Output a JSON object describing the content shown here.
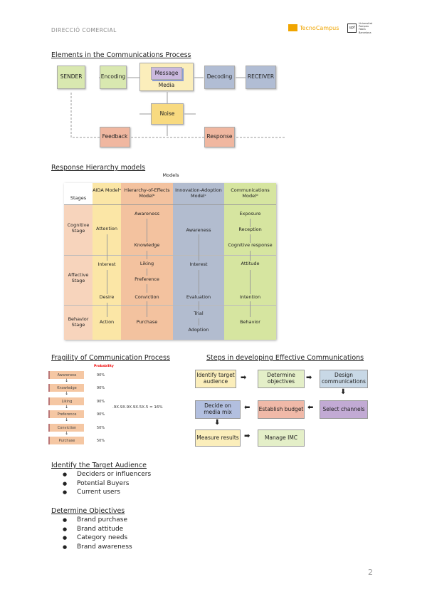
{
  "header": {
    "course": "DIRECCIÓ COMERCIAL",
    "logo_tecnocampus": "TecnoCampus",
    "logo_upf": "Universitat Pompeu Fabra Barcelona",
    "accent": "#f0a500"
  },
  "section1": {
    "title": "Elements in the Communications Process",
    "nodes": {
      "sender": "SENDER",
      "encoding": "Encoding",
      "message": "Message",
      "media": "Media",
      "decoding": "Decoding",
      "receiver": "RECEIVER",
      "noise": "Noise",
      "feedback": "Feedback",
      "response": "Response"
    }
  },
  "section2": {
    "title": "Response Hierarchy models",
    "models_label": "Models",
    "stages_label": "Stages",
    "columns": [
      "AIDA Modelᵃ",
      "Hierarchy-of-Effects Modelᵇ",
      "Innovation-Adoption Modelᶜ",
      "Communications Modelᵈ"
    ],
    "stages": [
      "Cognitive Stage",
      "Affective Stage",
      "Behavior Stage"
    ],
    "aida": [
      "Attention",
      "Interest",
      "Desire",
      "Action"
    ],
    "hoe": [
      "Awareness",
      "Knowledge",
      "Liking",
      "Preference",
      "Conviction",
      "Purchase"
    ],
    "ia": [
      "Awareness",
      "Interest",
      "Evaluation",
      "Trial",
      "Adoption"
    ],
    "comm": [
      "Exposure",
      "Reception",
      "Cognitive response",
      "Attitude",
      "Intention",
      "Behavior"
    ]
  },
  "section3": {
    "title": "Fragility of Communication Process",
    "prob_label": "Probability",
    "steps": [
      "Awareness",
      "Knowledge",
      "Liking",
      "Preference",
      "Conviction",
      "Purchase"
    ],
    "values": [
      "90%",
      "90%",
      "90%",
      "90%",
      "50%",
      "50%"
    ],
    "formula": ".9X.9X.9X.9X.5X.5 = 16%"
  },
  "section4": {
    "title": "Steps in developing Effective Communications",
    "steps": [
      "Identify target audience",
      "Determine objectives",
      "Design communications",
      "Select channels",
      "Establish budget",
      "Decide on media mix",
      "Measure results",
      "Manage IMC"
    ]
  },
  "section5": {
    "title": "Identify the Target Audience",
    "items": [
      "Deciders or influencers",
      "Potential Buyers",
      "Current users"
    ]
  },
  "section6": {
    "title": "Determine Objectives",
    "items": [
      "Brand purchase",
      "Brand attitude",
      "Category needs",
      "Brand awareness"
    ]
  },
  "page_number": "2"
}
